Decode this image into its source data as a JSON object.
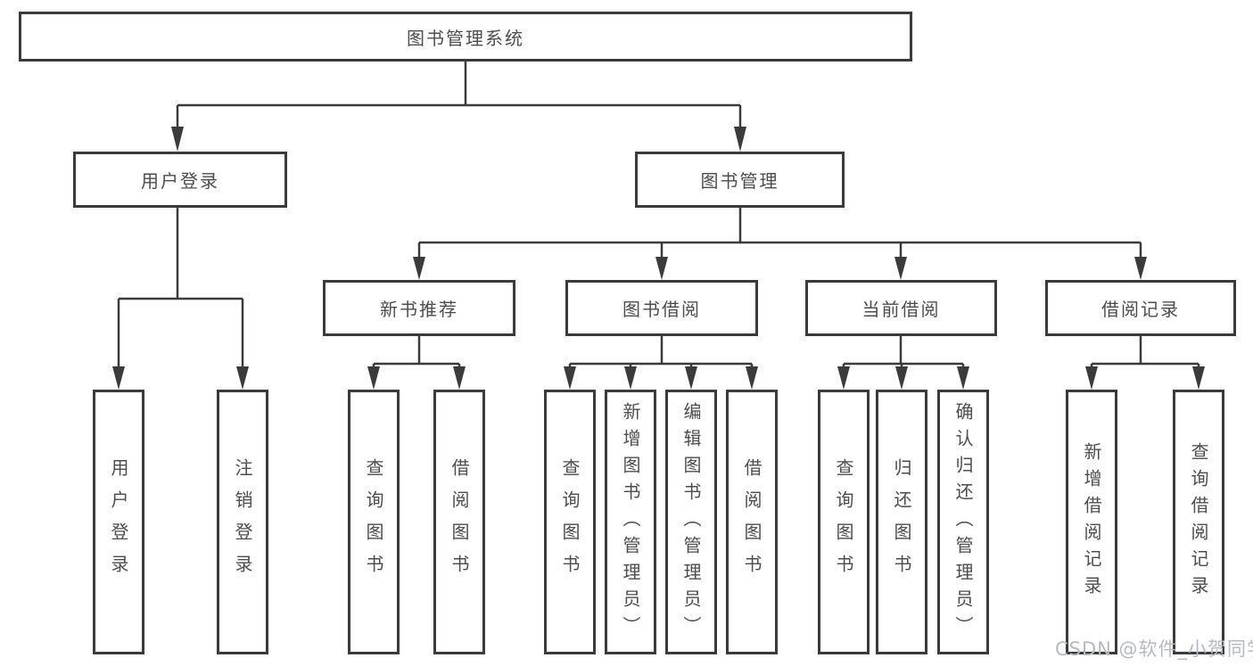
{
  "nodes": {
    "root": "图书管理系统",
    "user_login": "用户登录",
    "book_mgmt": "图书管理",
    "new_books": "新书推荐",
    "book_borrow": "图书借阅",
    "current_borrow": "当前借阅",
    "borrow_records": "借阅记录"
  },
  "leaves": {
    "user_login": [
      "用户登录",
      "注销登录"
    ],
    "new_books": [
      "查询图书",
      "借阅图书"
    ],
    "book_borrow": [
      "查询图书",
      "新增图书（管理员）",
      "编辑图书（管理员）",
      "借阅图书"
    ],
    "current_borrow": [
      "查询图书",
      "归还图书",
      "确认归还（管理员）"
    ],
    "borrow_records": [
      "新增借阅记录",
      "查询借阅记录"
    ]
  },
  "watermark": "CSDN @软件_小贺同学",
  "colors": {
    "line": "#3b3b3b",
    "text": "#4d4d4d",
    "watermark": "#b6bbc2",
    "background": "#ffffff"
  }
}
